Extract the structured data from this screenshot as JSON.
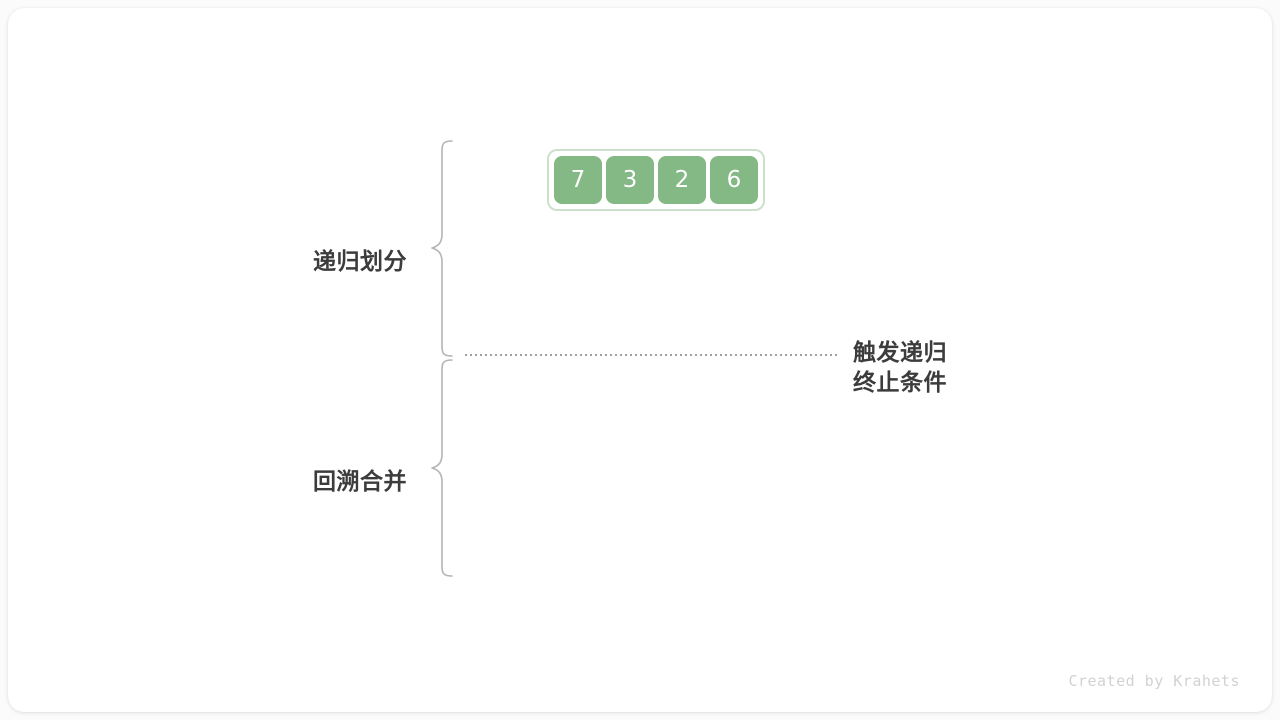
{
  "diagram": {
    "title_hidden": "",
    "array": {
      "values": [
        "7",
        "3",
        "2",
        "6"
      ],
      "cell_color": "#84b884",
      "border_color": "#cde0cd",
      "text_color": "#ffffff"
    },
    "labels": {
      "divide": "递归划分",
      "merge": "回溯合并",
      "terminate_line1": "触发递归",
      "terminate_line2": "终止条件",
      "label_color": "#3c3c3c"
    },
    "divider": {
      "style": "dotted",
      "color": "#808080"
    },
    "braces": {
      "color": "#b4b4b4"
    }
  },
  "watermark": {
    "text": "Created by Krahets",
    "color": "#d2d2d2"
  },
  "canvas": {
    "background": "#fbfbfb",
    "card_background": "#ffffff"
  }
}
